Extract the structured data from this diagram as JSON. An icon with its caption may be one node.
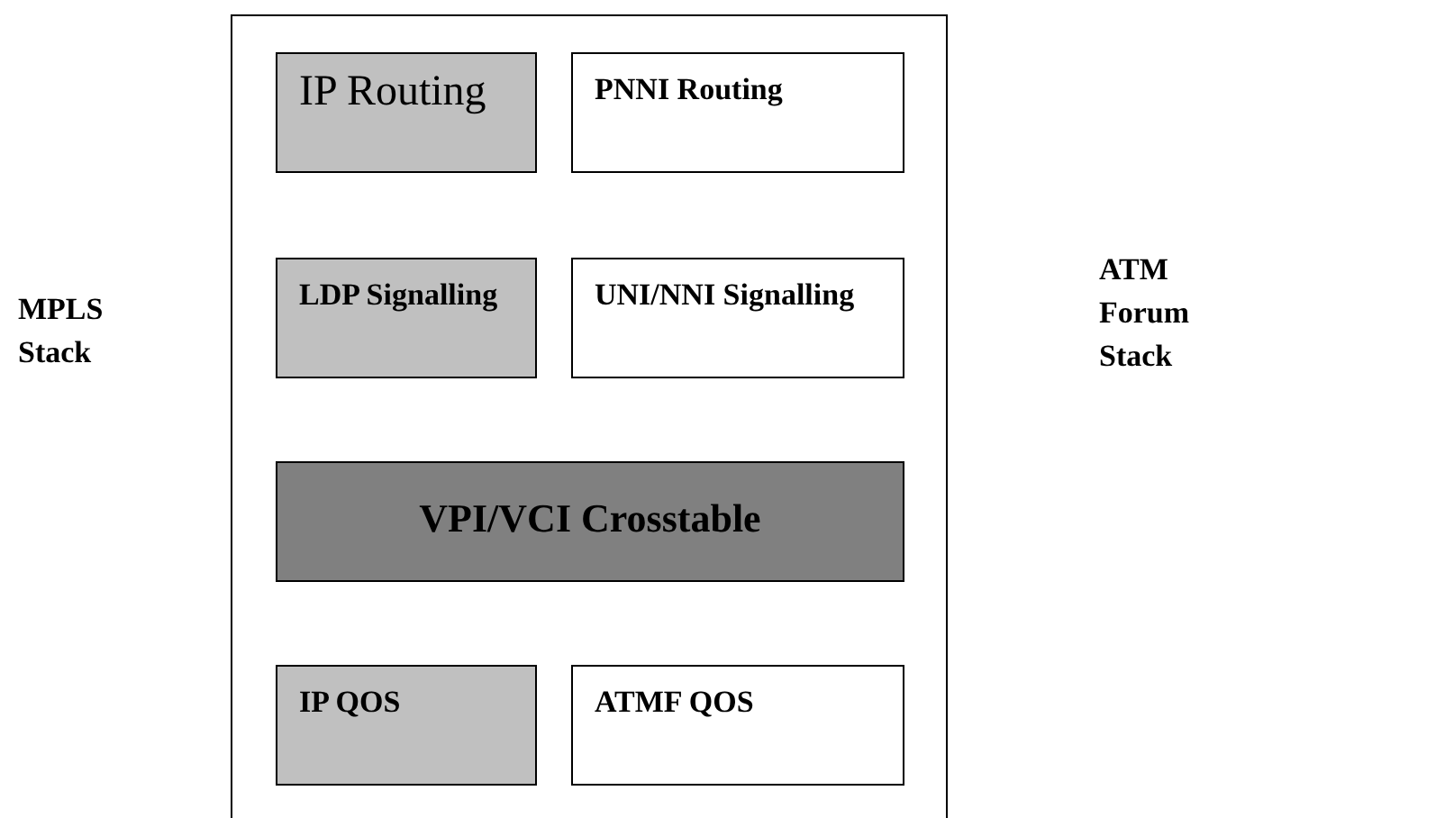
{
  "diagram": {
    "nodes": [
      {
        "text": [],
        "shape": "box"
      },
      {
        "text": [
          "IP Routing"
        ],
        "in": 0
      },
      {
        "text": [
          "PNNI Routing"
        ],
        "in": 0
      },
      {
        "text": [
          "LDP Signalling"
        ],
        "in": 0
      },
      {
        "text": [
          "UNI/NNI Signalling"
        ],
        "in": 0
      },
      {
        "text": [
          "VPI/VCI Crosstable"
        ],
        "in": 0
      },
      {
        "text": [
          "IP QOS"
        ],
        "in": 0
      },
      {
        "text": [
          "ATMF QOS"
        ],
        "in": 0
      }
    ],
    "labels": [
      "MPLS Stack",
      "ATM Forum Stack"
    ]
  }
}
